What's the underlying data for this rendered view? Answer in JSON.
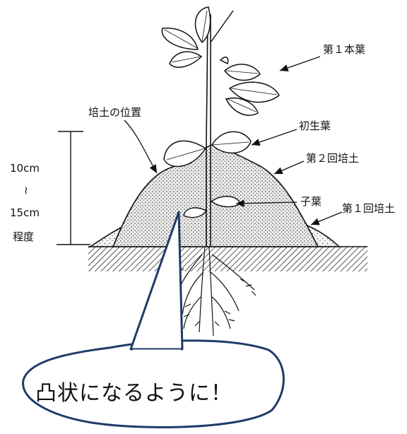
{
  "labels": {
    "first_true_leaf": "第１本葉",
    "hilling_position": "培土の位置",
    "primary_leaf": "初生葉",
    "second_hilling": "第２回培土",
    "cotyledon": "子葉",
    "first_hilling": "第１回培土",
    "height_top": "10cm",
    "height_tilde": "≀",
    "height_bottom": "15cm",
    "height_approx": "程度"
  },
  "callout": {
    "text": "凸状になるように！"
  },
  "colors": {
    "ink": "#111111",
    "callout_border": "#1f3a68",
    "soil_fill": "#e6e6e6",
    "background": "#ffffff"
  }
}
